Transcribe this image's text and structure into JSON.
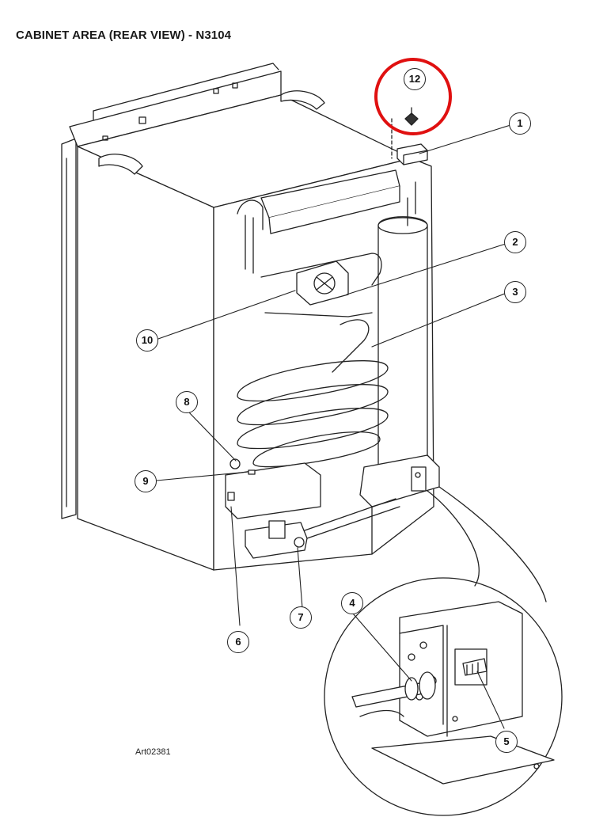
{
  "title": "CABINET AREA (REAR VIEW) - N3104",
  "art_number": "Art02381",
  "callouts": [
    {
      "label": "1",
      "name": "callout-1"
    },
    {
      "label": "2",
      "name": "callout-2"
    },
    {
      "label": "3",
      "name": "callout-3"
    },
    {
      "label": "4",
      "name": "callout-4"
    },
    {
      "label": "5",
      "name": "callout-5"
    },
    {
      "label": "6",
      "name": "callout-6"
    },
    {
      "label": "7",
      "name": "callout-7"
    },
    {
      "label": "8",
      "name": "callout-8"
    },
    {
      "label": "9",
      "name": "callout-9"
    },
    {
      "label": "10",
      "name": "callout-10"
    },
    {
      "label": "12",
      "name": "callout-12"
    }
  ],
  "colors": {
    "line": "#222222",
    "highlight": "#e01010",
    "background": "#ffffff"
  }
}
